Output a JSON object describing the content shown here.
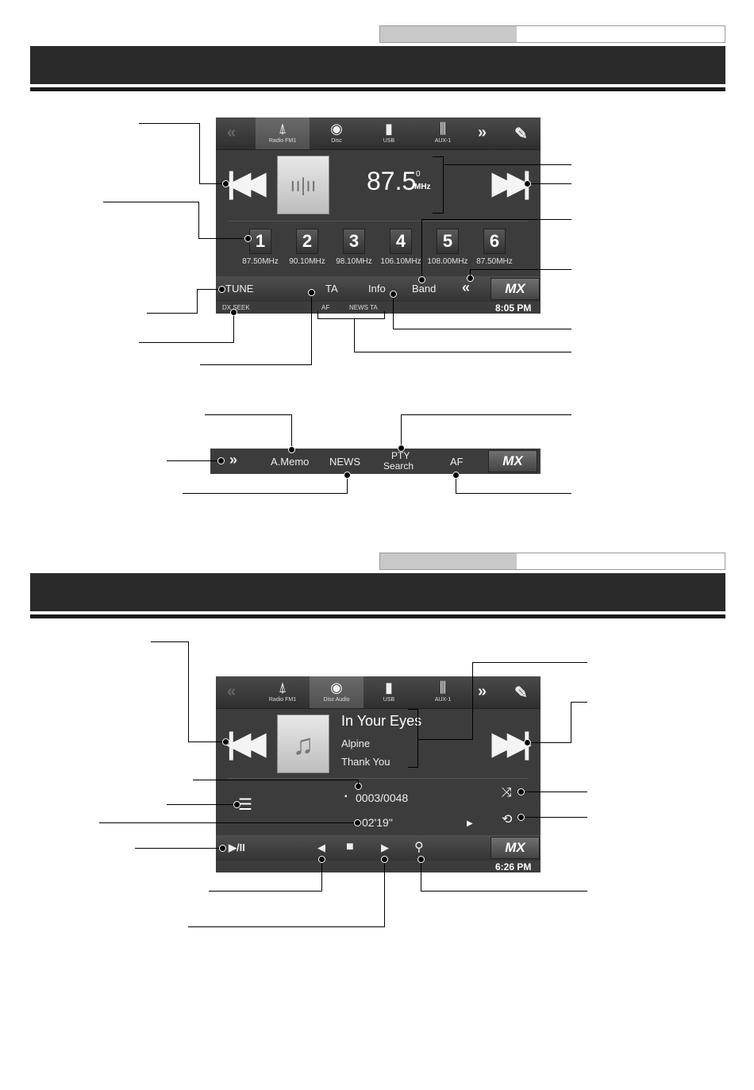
{
  "radio_screen": {
    "sources": [
      {
        "label": "Radio FM1",
        "icon": "antenna-icon",
        "active": true
      },
      {
        "label": "Disc",
        "icon": "disc-icon",
        "active": false
      },
      {
        "label": "USB",
        "icon": "usb-icon",
        "active": false
      },
      {
        "label": "AUX-1",
        "icon": "aux-icon",
        "active": false
      }
    ],
    "frequency": "87.5",
    "frequency_sup": "0",
    "frequency_unit": "MHz",
    "presets": [
      {
        "num": "1",
        "freq": "87.50MHz"
      },
      {
        "num": "2",
        "freq": "90.10MHz"
      },
      {
        "num": "3",
        "freq": "98.10MHz"
      },
      {
        "num": "4",
        "freq": "106.10MHz"
      },
      {
        "num": "5",
        "freq": "108.00MHz"
      },
      {
        "num": "6",
        "freq": "87.50MHz"
      }
    ],
    "tune": "TUNE",
    "ta": "TA",
    "info": "Info",
    "band": "Band",
    "dx_seek": "DX SEEK",
    "af": "AF",
    "news_ta": "NEWS TA",
    "mx": "MX",
    "clock": "8:05 PM"
  },
  "radio_bar2": {
    "a_memo": "A.Memo",
    "news": "NEWS",
    "pty_line1": "PTY",
    "pty_line2": "Search",
    "af": "AF",
    "mx": "MX"
  },
  "disc_screen": {
    "sources": [
      {
        "label": "Radio FM1",
        "icon": "antenna-icon",
        "active": false
      },
      {
        "label": "Disc Audio",
        "icon": "disc-icon",
        "active": true
      },
      {
        "label": "USB",
        "icon": "usb-icon",
        "active": false
      },
      {
        "label": "AUX-1",
        "icon": "aux-icon",
        "active": false
      }
    ],
    "title": "In Your Eyes",
    "artist": "Alpine",
    "album": "Thank You",
    "track": "0003/0048",
    "time": "02'19\"",
    "mx": "MX",
    "clock": "6:26 PM"
  }
}
